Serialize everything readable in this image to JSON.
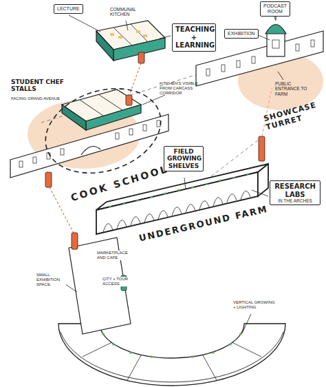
{
  "diagram": {
    "nodes": [
      {
        "text": [
          "LECTURE"
        ]
      },
      {
        "text": [
          "TEACHING + LEARNING"
        ]
      },
      {
        "text": [
          "PODCAST ROOM"
        ]
      },
      {
        "text": [
          "EXHIBITION"
        ]
      },
      {
        "text": [
          "FIELD GROWING SHELVES"
        ]
      },
      {
        "text": [
          "RESEARCH LABS",
          "IN THE ARCHES"
        ]
      }
    ],
    "labels": [
      "COMMUNAL KITCHEN",
      "STUDENT CHEF STALLS",
      "FACING GRAND AVENUE",
      "KITCHEN'S VISIBLE FROM CARCASS CORRIDOR",
      "COOK SCHOOL",
      "PUBLIC ENTRANCE TO FARM",
      "SHOWCASE TURRET",
      "UNDERGROUND FARM",
      "SMALL EXHIBITION SPACE",
      "MARKETPLACE AND CAFE",
      "CITY + TOUR ACCESS",
      "VERTICAL GROWING + LIGHTING"
    ]
  }
}
